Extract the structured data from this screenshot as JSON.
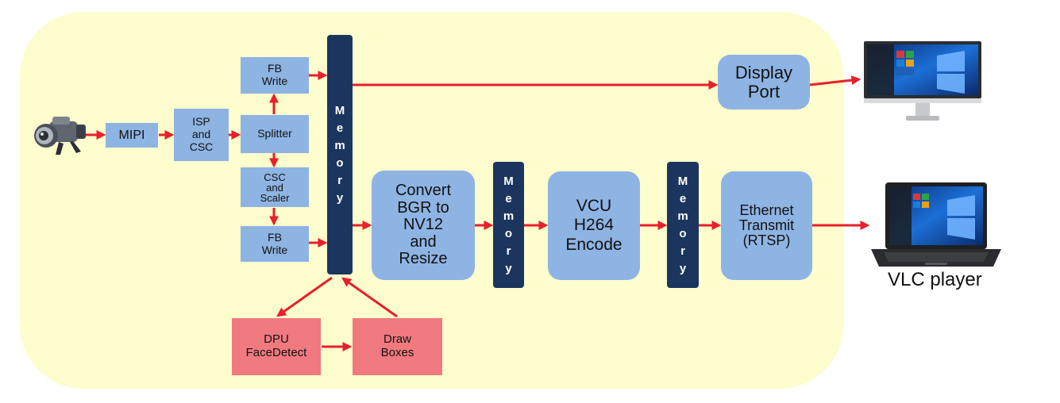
{
  "blocks": {
    "mipi": "MIPI",
    "isp": "ISP\nand\nCSC",
    "splitter": "Splitter",
    "fb_write_top": "FB\nWrite",
    "csc_scaler": "CSC\nand\nScaler",
    "fb_write_bottom": "FB\nWrite",
    "memory_main": "M\ne\nm\no\nr\ny",
    "display_port": "Display\nPort",
    "convert": "Convert\nBGR to\nNV12\nand\nResize",
    "memory_2": "M\ne\nm\no\nr\ny",
    "vcu": "VCU\nH264\nEncode",
    "memory_3": "M\ne\nm\no\nr\ny",
    "ethernet": "Ethernet\nTransmit\n(RTSP)",
    "dpu": "DPU\nFaceDetect",
    "draw_boxes": "Draw\nBoxes"
  },
  "labels": {
    "vlc_player": "VLC player"
  },
  "icons": {
    "camera": "camera-icon",
    "monitor": "monitor-icon",
    "laptop": "laptop-icon"
  },
  "colors": {
    "panel_background": "#fdfdcd",
    "process_block": "#8eb4e3",
    "memory_block": "#1b355f",
    "ai_block": "#f07a80",
    "arrow": "#e8202a"
  }
}
